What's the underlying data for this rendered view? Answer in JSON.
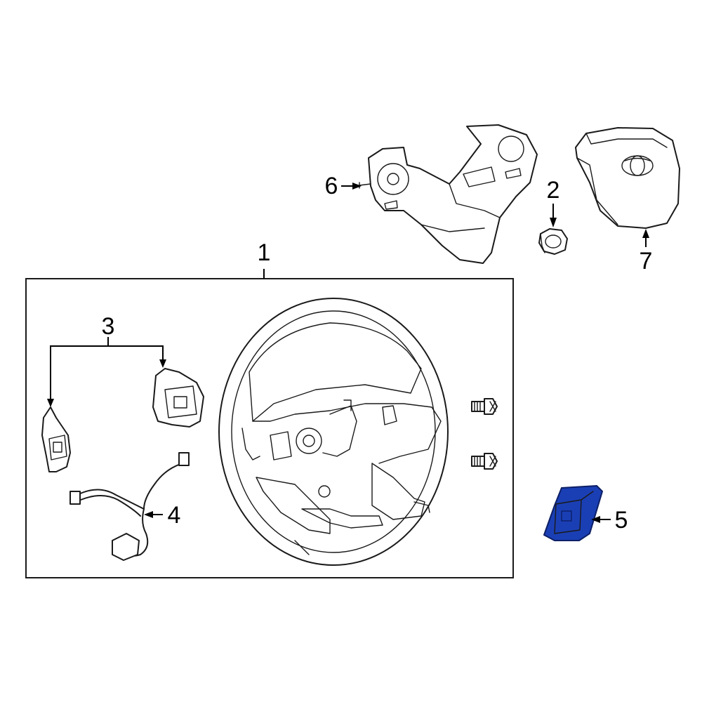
{
  "diagram": {
    "callouts": [
      {
        "id": "1",
        "label": "1"
      },
      {
        "id": "2",
        "label": "2"
      },
      {
        "id": "3",
        "label": "3"
      },
      {
        "id": "4",
        "label": "4"
      },
      {
        "id": "5",
        "label": "5"
      },
      {
        "id": "6",
        "label": "6"
      },
      {
        "id": "7",
        "label": "7"
      }
    ],
    "highlight_color": "#1a3fb5",
    "highlight_stroke": "#0d1f66",
    "highlighted_part": "5"
  }
}
